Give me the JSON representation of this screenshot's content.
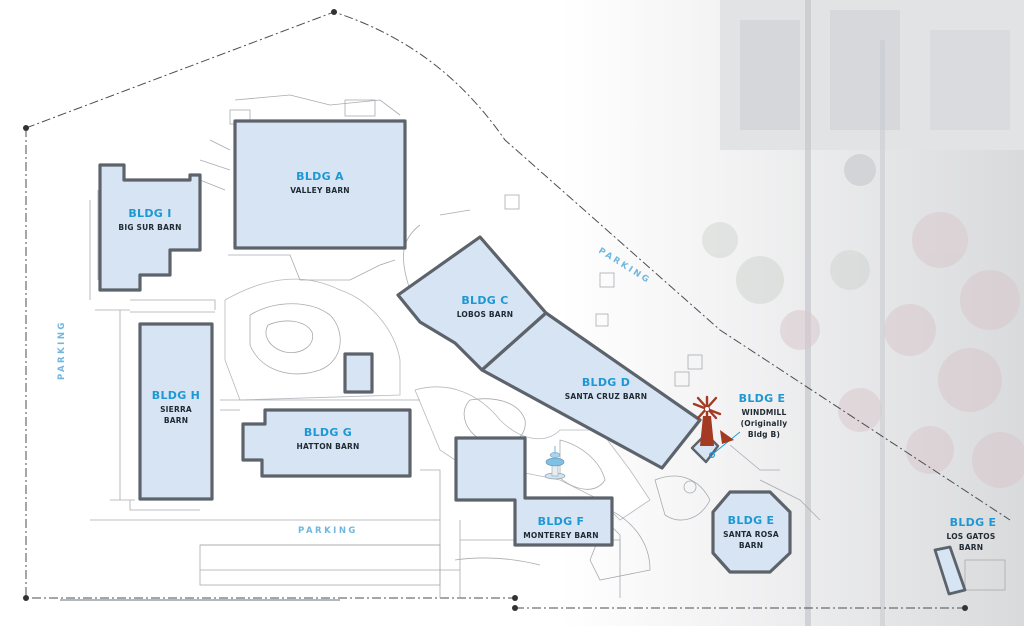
{
  "colors": {
    "building_fill": "#d6e4f3",
    "building_outline": "#5d636b",
    "building_label": "#1e98d4",
    "parking_label": "#6fb7e0",
    "windmill": "#a43a22"
  },
  "buildings": {
    "a": {
      "name": "BLDG A",
      "sub": "VALLEY BARN"
    },
    "i": {
      "name": "BLDG I",
      "sub": "BIG SUR BARN"
    },
    "c": {
      "name": "BLDG C",
      "sub": "LOBOS BARN"
    },
    "d": {
      "name": "BLDG D",
      "sub": "SANTA CRUZ BARN"
    },
    "h": {
      "name": "BLDG H",
      "sub1": "SIERRA",
      "sub2": "BARN"
    },
    "g": {
      "name": "BLDG G",
      "sub": "HATTON BARN"
    },
    "f": {
      "name": "BLDG F",
      "sub": "MONTEREY BARN"
    },
    "e_windmill": {
      "name": "BLDG E",
      "sub1": "WINDMILL",
      "sub2": "(Originally",
      "sub3": "Bldg B)"
    },
    "e_santarosa": {
      "name": "BLDG E",
      "sub1": "SANTA ROSA",
      "sub2": "BARN"
    },
    "e_losgatos": {
      "name": "BLDG E",
      "sub1": "LOS GATOS",
      "sub2": "BARN"
    }
  },
  "parking": {
    "west": "PARKING",
    "south": "PARKING",
    "northeast": "PARKING"
  },
  "icons": [
    "windmill-icon",
    "fountain-icon"
  ]
}
